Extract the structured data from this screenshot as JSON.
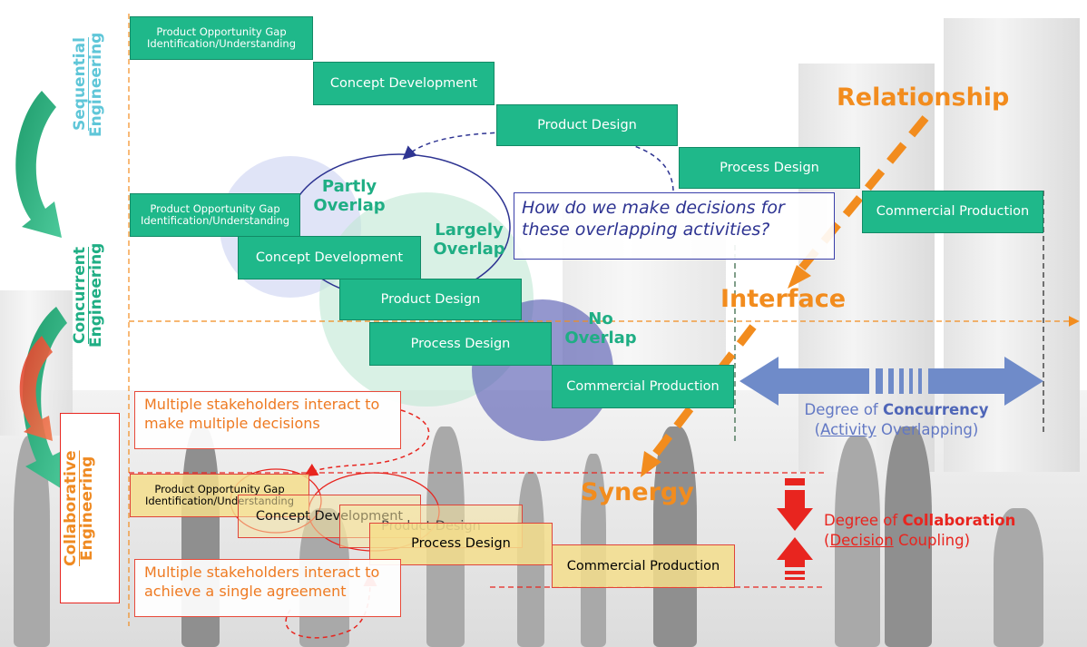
{
  "colors": {
    "green": "#1fb88a",
    "teal_label": "#1fae84",
    "sky_label": "#5fc6d8",
    "orange": "#f28c1e",
    "red": "#e8251f",
    "blue_arrow": "#6f8bc9",
    "navy": "#2e3492"
  },
  "labels": {
    "sequential": [
      "Sequential",
      "Engineering"
    ],
    "concurrent": [
      "Concurrent",
      "Engineering"
    ],
    "collaborative": [
      "Collaborative",
      "Engineering"
    ]
  },
  "activities": {
    "pog": "Product Opportunity Gap Identification/Understanding",
    "concept": "Concept Development",
    "product": "Product Design",
    "process": "Process Design",
    "commercial": "Commercial Production"
  },
  "overlap": {
    "partly": "Partly Overlap",
    "largely": "Largely Overlap",
    "none": "No Overlap"
  },
  "question": "How do we make decisions for these overlapping activities?",
  "keywords": {
    "relationship": "Relationship",
    "interface": "Interface",
    "synergy": "Synergy"
  },
  "concurrency": {
    "prefix": "Degree of",
    "bold": "Concurrency",
    "sub_underlined": "Activity",
    "sub_rest": "Overlapping"
  },
  "collaboration": {
    "prefix": "Degree of",
    "bold": "Collaboration",
    "sub_underlined": "Decision",
    "sub_rest": "Coupling"
  },
  "callouts": {
    "multiple": "Multiple stakeholders interact to make multiple decisions",
    "single": "Multiple stakeholders interact to achieve a single agreement"
  },
  "icons": [
    "curved-arrow-icon",
    "double-arrow-icon",
    "compress-arrow-icon"
  ]
}
